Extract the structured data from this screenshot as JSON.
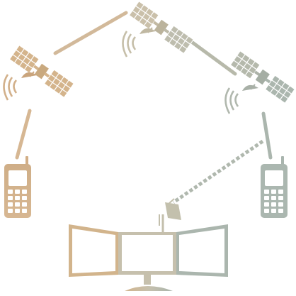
{
  "diagram": {
    "colors": {
      "left": "#d2b48c",
      "mid": "#c8bfa9",
      "right": "#a9b4ac",
      "outline": "#ffffff"
    },
    "nodes": [
      {
        "id": "satellite-left",
        "icon": "satellite-icon"
      },
      {
        "id": "satellite-center",
        "icon": "satellite-icon"
      },
      {
        "id": "satellite-right",
        "icon": "satellite-icon"
      },
      {
        "id": "phone-left",
        "icon": "mobile-phone-icon"
      },
      {
        "id": "phone-right",
        "icon": "mobile-phone-icon"
      },
      {
        "id": "monitor-setup",
        "icon": "triple-monitor-with-dish-icon"
      }
    ],
    "links": [
      {
        "from": "satellite-left",
        "to": "satellite-center",
        "style": "solid"
      },
      {
        "from": "satellite-center",
        "to": "satellite-right",
        "style": "solid"
      },
      {
        "from": "satellite-left",
        "to": "phone-left",
        "style": "solid"
      },
      {
        "from": "satellite-right",
        "to": "phone-right",
        "style": "solid"
      },
      {
        "from": "satellite-right",
        "to": "monitor-setup",
        "style": "dashed"
      }
    ]
  }
}
